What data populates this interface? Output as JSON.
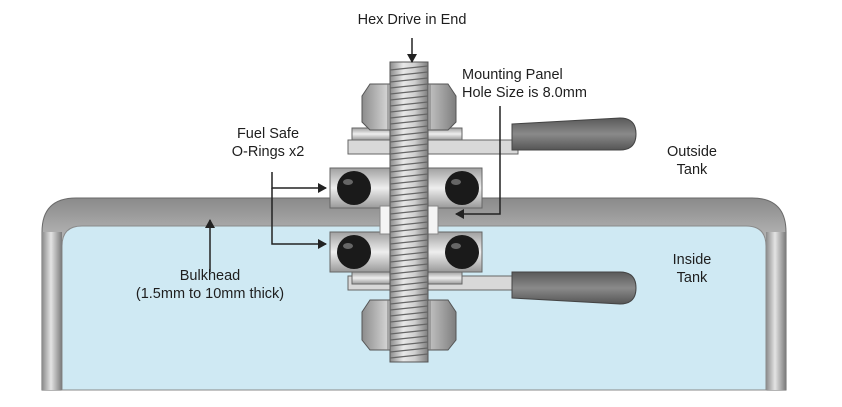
{
  "labels": {
    "hex_drive": "Hex Drive in End",
    "mounting_panel_line1": "Mounting Panel",
    "mounting_panel_line2": "Hole Size is 8.0mm",
    "fuel_safe_line1": "Fuel Safe",
    "fuel_safe_line2": "O-Rings x2",
    "outside_line1": "Outside",
    "outside_line2": "Tank",
    "inside_line1": "Inside",
    "inside_line2": "Tank",
    "bulkhead_line1": "Bulkhead",
    "bulkhead_line2": "(1.5mm to 10mm thick)"
  },
  "colors": {
    "tank_fill": "#cfe9f3",
    "wall_dark": "#7d7d7d",
    "wall_light": "#dcdcdc",
    "handle": "#6e6e6e",
    "oring": "#1a1a1a",
    "arrow": "#222222"
  }
}
